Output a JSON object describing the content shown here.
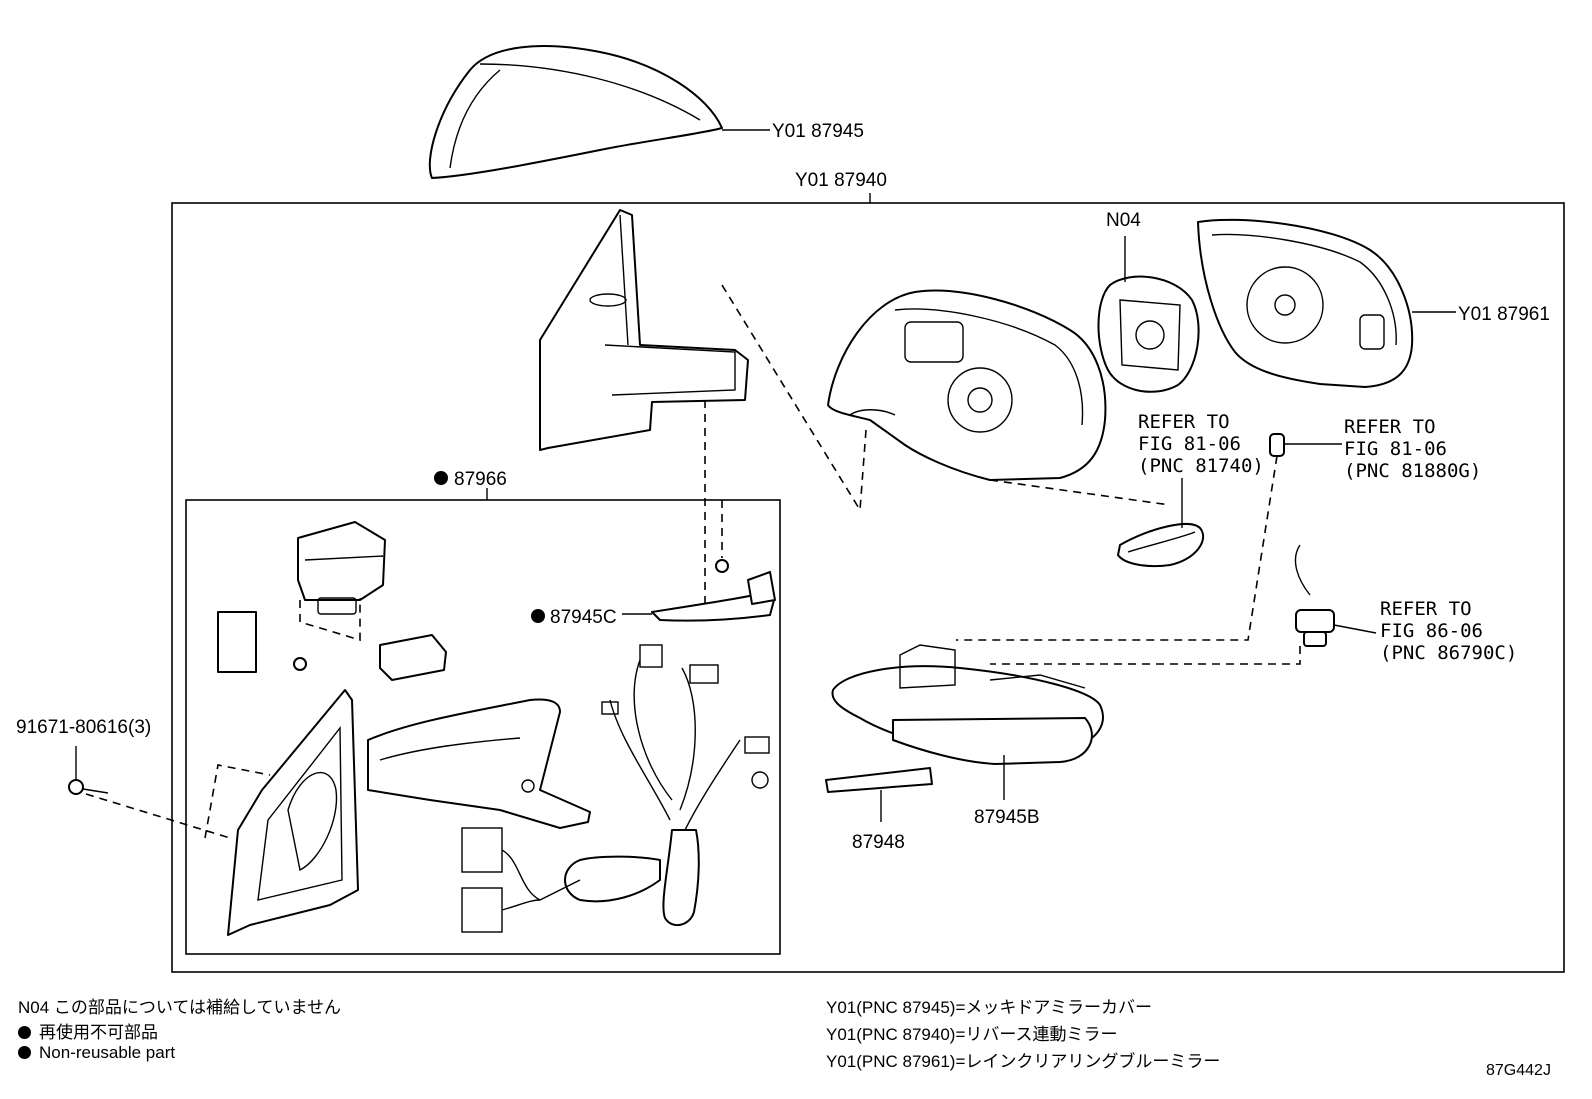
{
  "labels": {
    "chrome_cover": "Y01 87945",
    "mirror_assy": "Y01 87940",
    "n04": "N04",
    "mirror_glass": "Y01 87961",
    "refer1_l1": "REFER TO",
    "refer1_l2": "FIG 81-06",
    "refer1_l3": "(PNC 81740)",
    "refer2_l1": "REFER TO",
    "refer2_l2": "FIG 81-06",
    "refer2_l3": "(PNC 81880G)",
    "refer3_l1": "REFER TO",
    "refer3_l2": "FIG 86-06",
    "refer3_l3": "(PNC 86790C)",
    "sub_assy": "87966",
    "cover_c": "87945C",
    "screw": "91671-80616(3)",
    "lower_cover": "87945B",
    "part_87948": "87948"
  },
  "notes": {
    "n04_note": "N04 この部品については補給していません",
    "nonreuse_jp": "再使用不可部品",
    "nonreuse_en": "Non-reusable part",
    "y01_1": "Y01(PNC 87945)=メッキドアミラーカバー",
    "y01_2": "Y01(PNC 87940)=リバース連動ミラー",
    "y01_3": "Y01(PNC 87961)=レインクリアリングブルーミラー",
    "fig_code": "87G442J"
  }
}
